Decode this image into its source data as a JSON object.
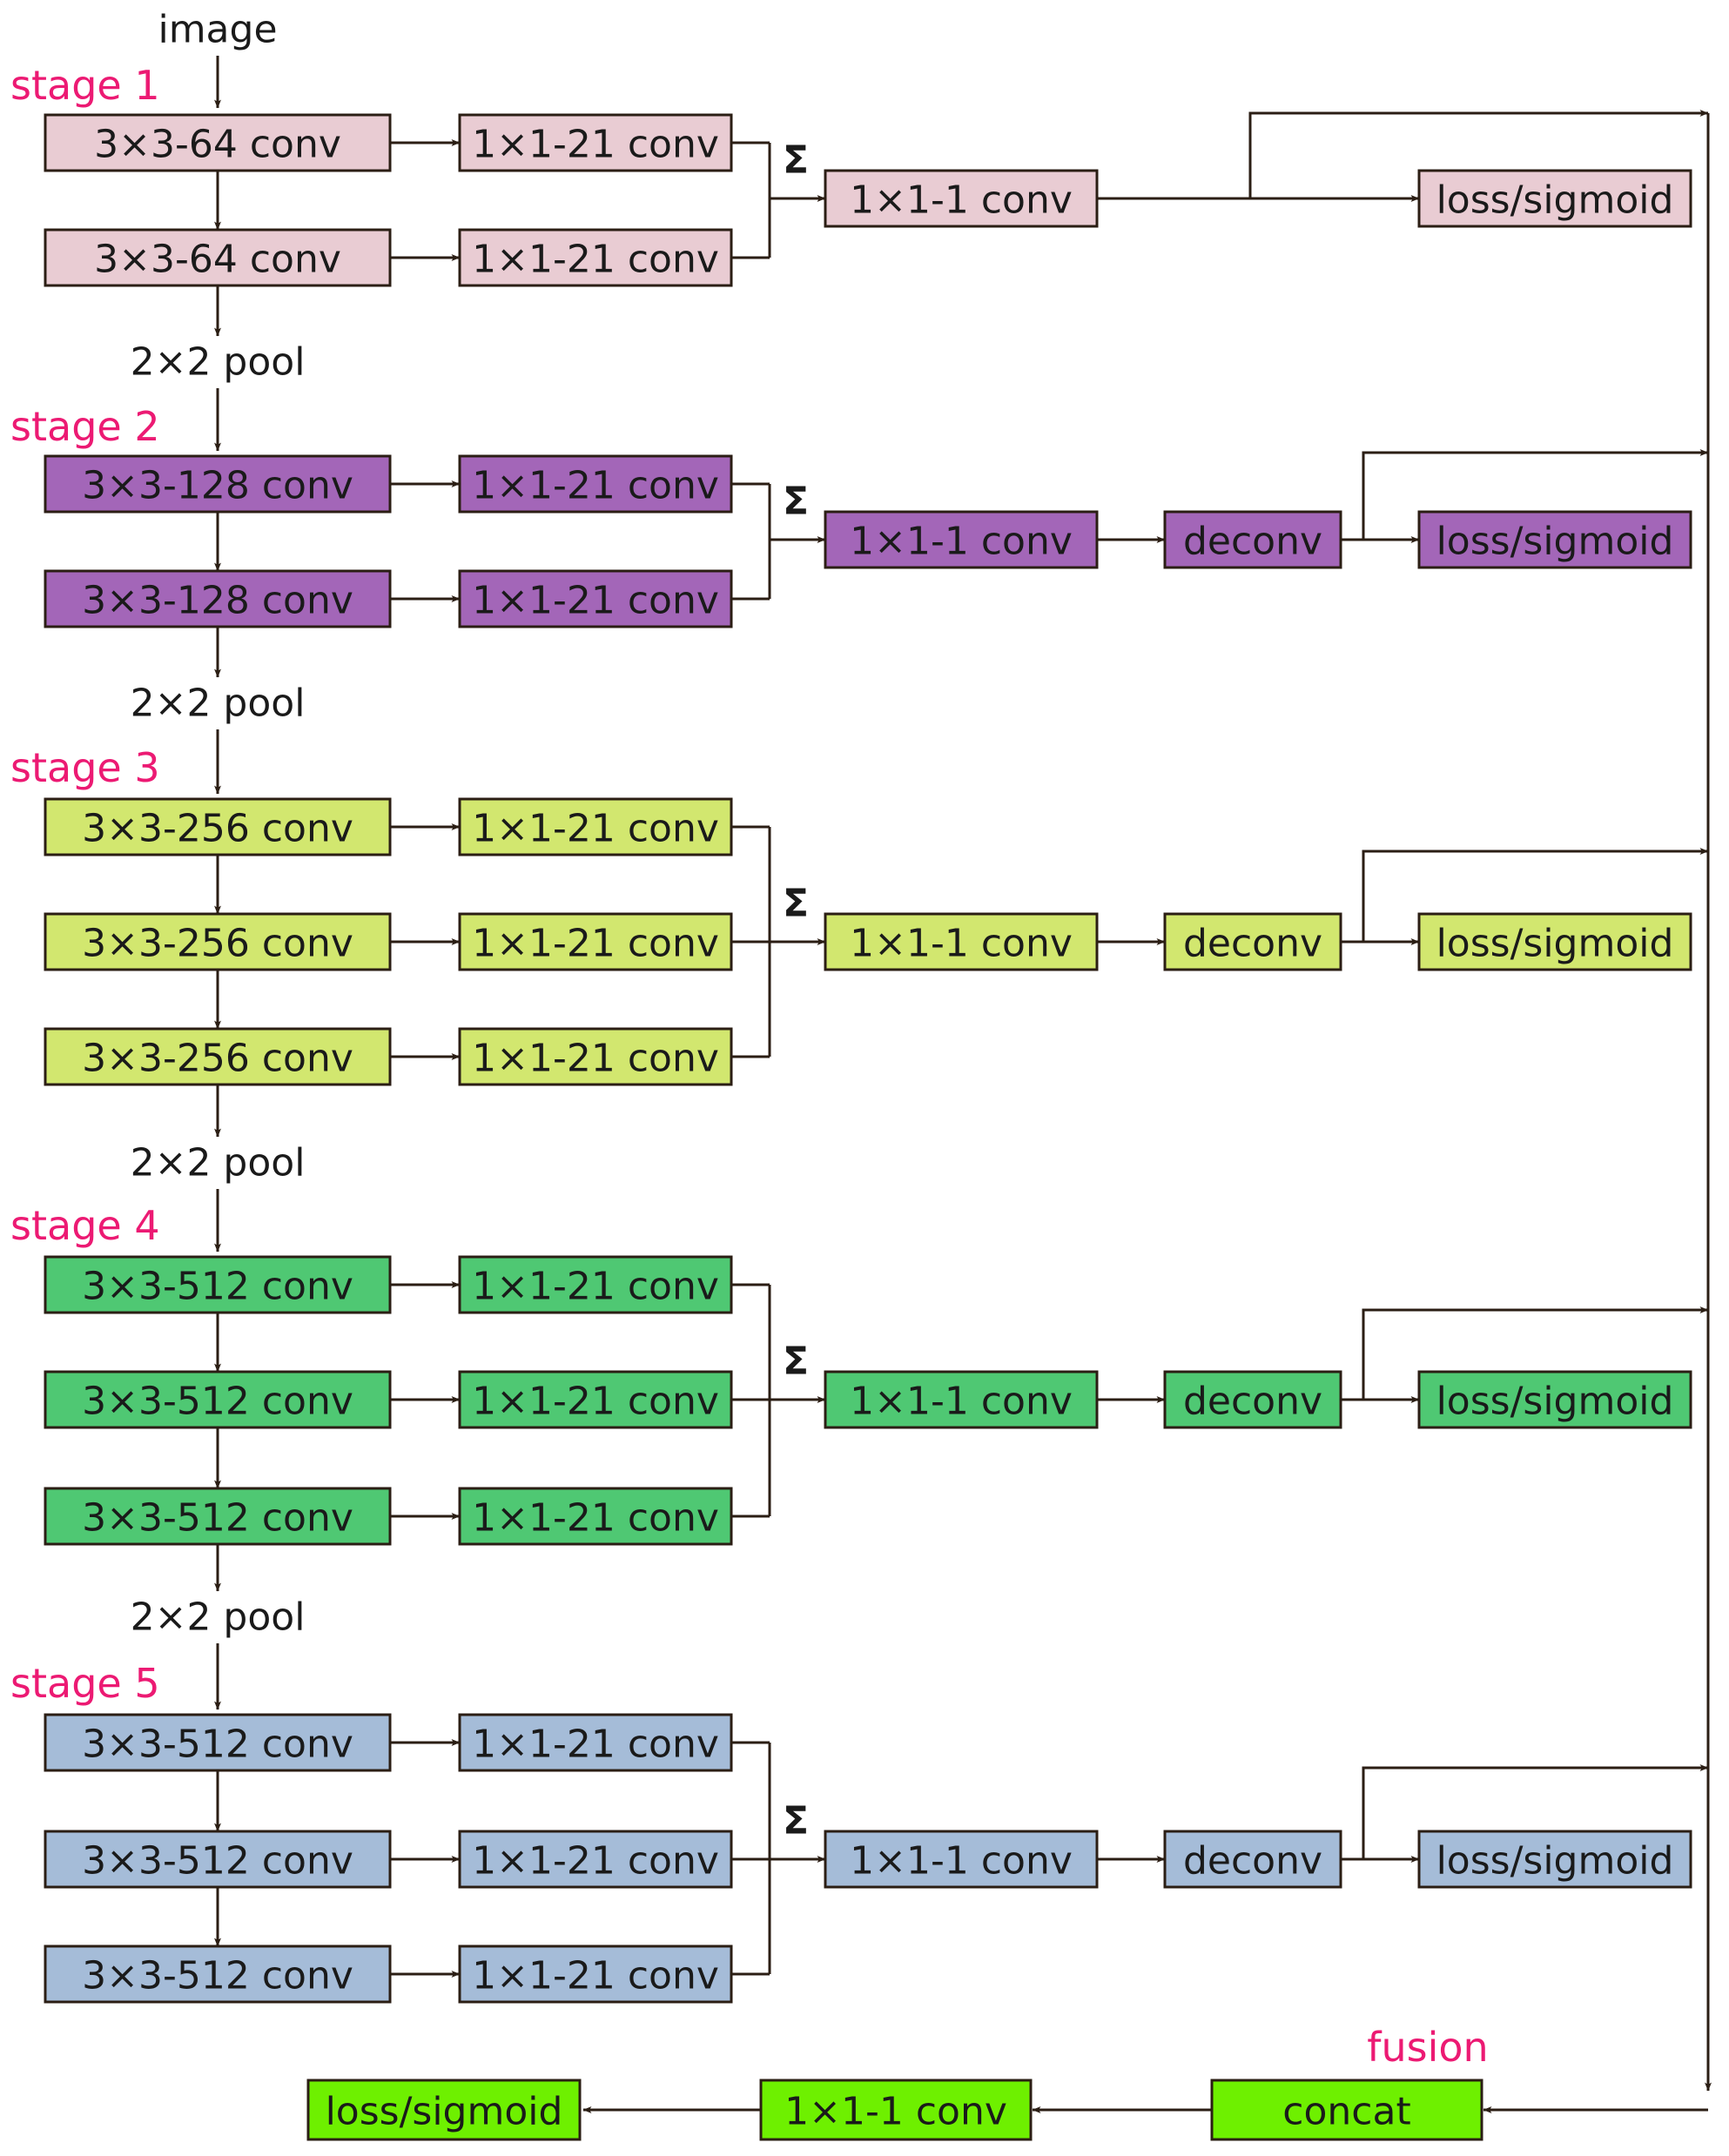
{
  "input_label": "image",
  "pool_label": "2×2 pool",
  "sigma_label": "Σ",
  "colors": {
    "stage1": "#e9ccd3",
    "stage2": "#a366b8",
    "stage3": "#d2e76f",
    "stage4": "#4fc873",
    "stage5": "#a5bcd8",
    "fusion": "#6ef000",
    "stage_label": "#ec1a73",
    "stroke": "#2b1e14"
  },
  "stages": [
    {
      "name": "stage 1",
      "color_key": "stage1",
      "convs": [
        "3×3-64 conv",
        "3×3-64 conv"
      ],
      "side_convs": [
        "1×1-21 conv",
        "1×1-21 conv"
      ],
      "reduce_conv": "1×1-1 conv",
      "deconv": null,
      "output": "loss/sigmoid"
    },
    {
      "name": "stage 2",
      "color_key": "stage2",
      "convs": [
        "3×3-128 conv",
        "3×3-128 conv"
      ],
      "side_convs": [
        "1×1-21 conv",
        "1×1-21 conv"
      ],
      "reduce_conv": "1×1-1 conv",
      "deconv": "deconv",
      "output": "loss/sigmoid"
    },
    {
      "name": "stage 3",
      "color_key": "stage3",
      "convs": [
        "3×3-256 conv",
        "3×3-256 conv",
        "3×3-256 conv"
      ],
      "side_convs": [
        "1×1-21 conv",
        "1×1-21 conv",
        "1×1-21 conv"
      ],
      "reduce_conv": "1×1-1 conv",
      "deconv": "deconv",
      "output": "loss/sigmoid"
    },
    {
      "name": "stage 4",
      "color_key": "stage4",
      "convs": [
        "3×3-512 conv",
        "3×3-512 conv",
        "3×3-512 conv"
      ],
      "side_convs": [
        "1×1-21 conv",
        "1×1-21 conv",
        "1×1-21 conv"
      ],
      "reduce_conv": "1×1-1 conv",
      "deconv": "deconv",
      "output": "loss/sigmoid"
    },
    {
      "name": "stage 5",
      "color_key": "stage5",
      "convs": [
        "3×3-512 conv",
        "3×3-512 conv",
        "3×3-512 conv"
      ],
      "side_convs": [
        "1×1-21 conv",
        "1×1-21 conv",
        "1×1-21 conv"
      ],
      "reduce_conv": "1×1-1 conv",
      "deconv": "deconv",
      "output": "loss/sigmoid"
    }
  ],
  "fusion": {
    "label": "fusion",
    "concat": "concat",
    "conv": "1×1-1 conv",
    "output": "loss/sigmoid"
  }
}
